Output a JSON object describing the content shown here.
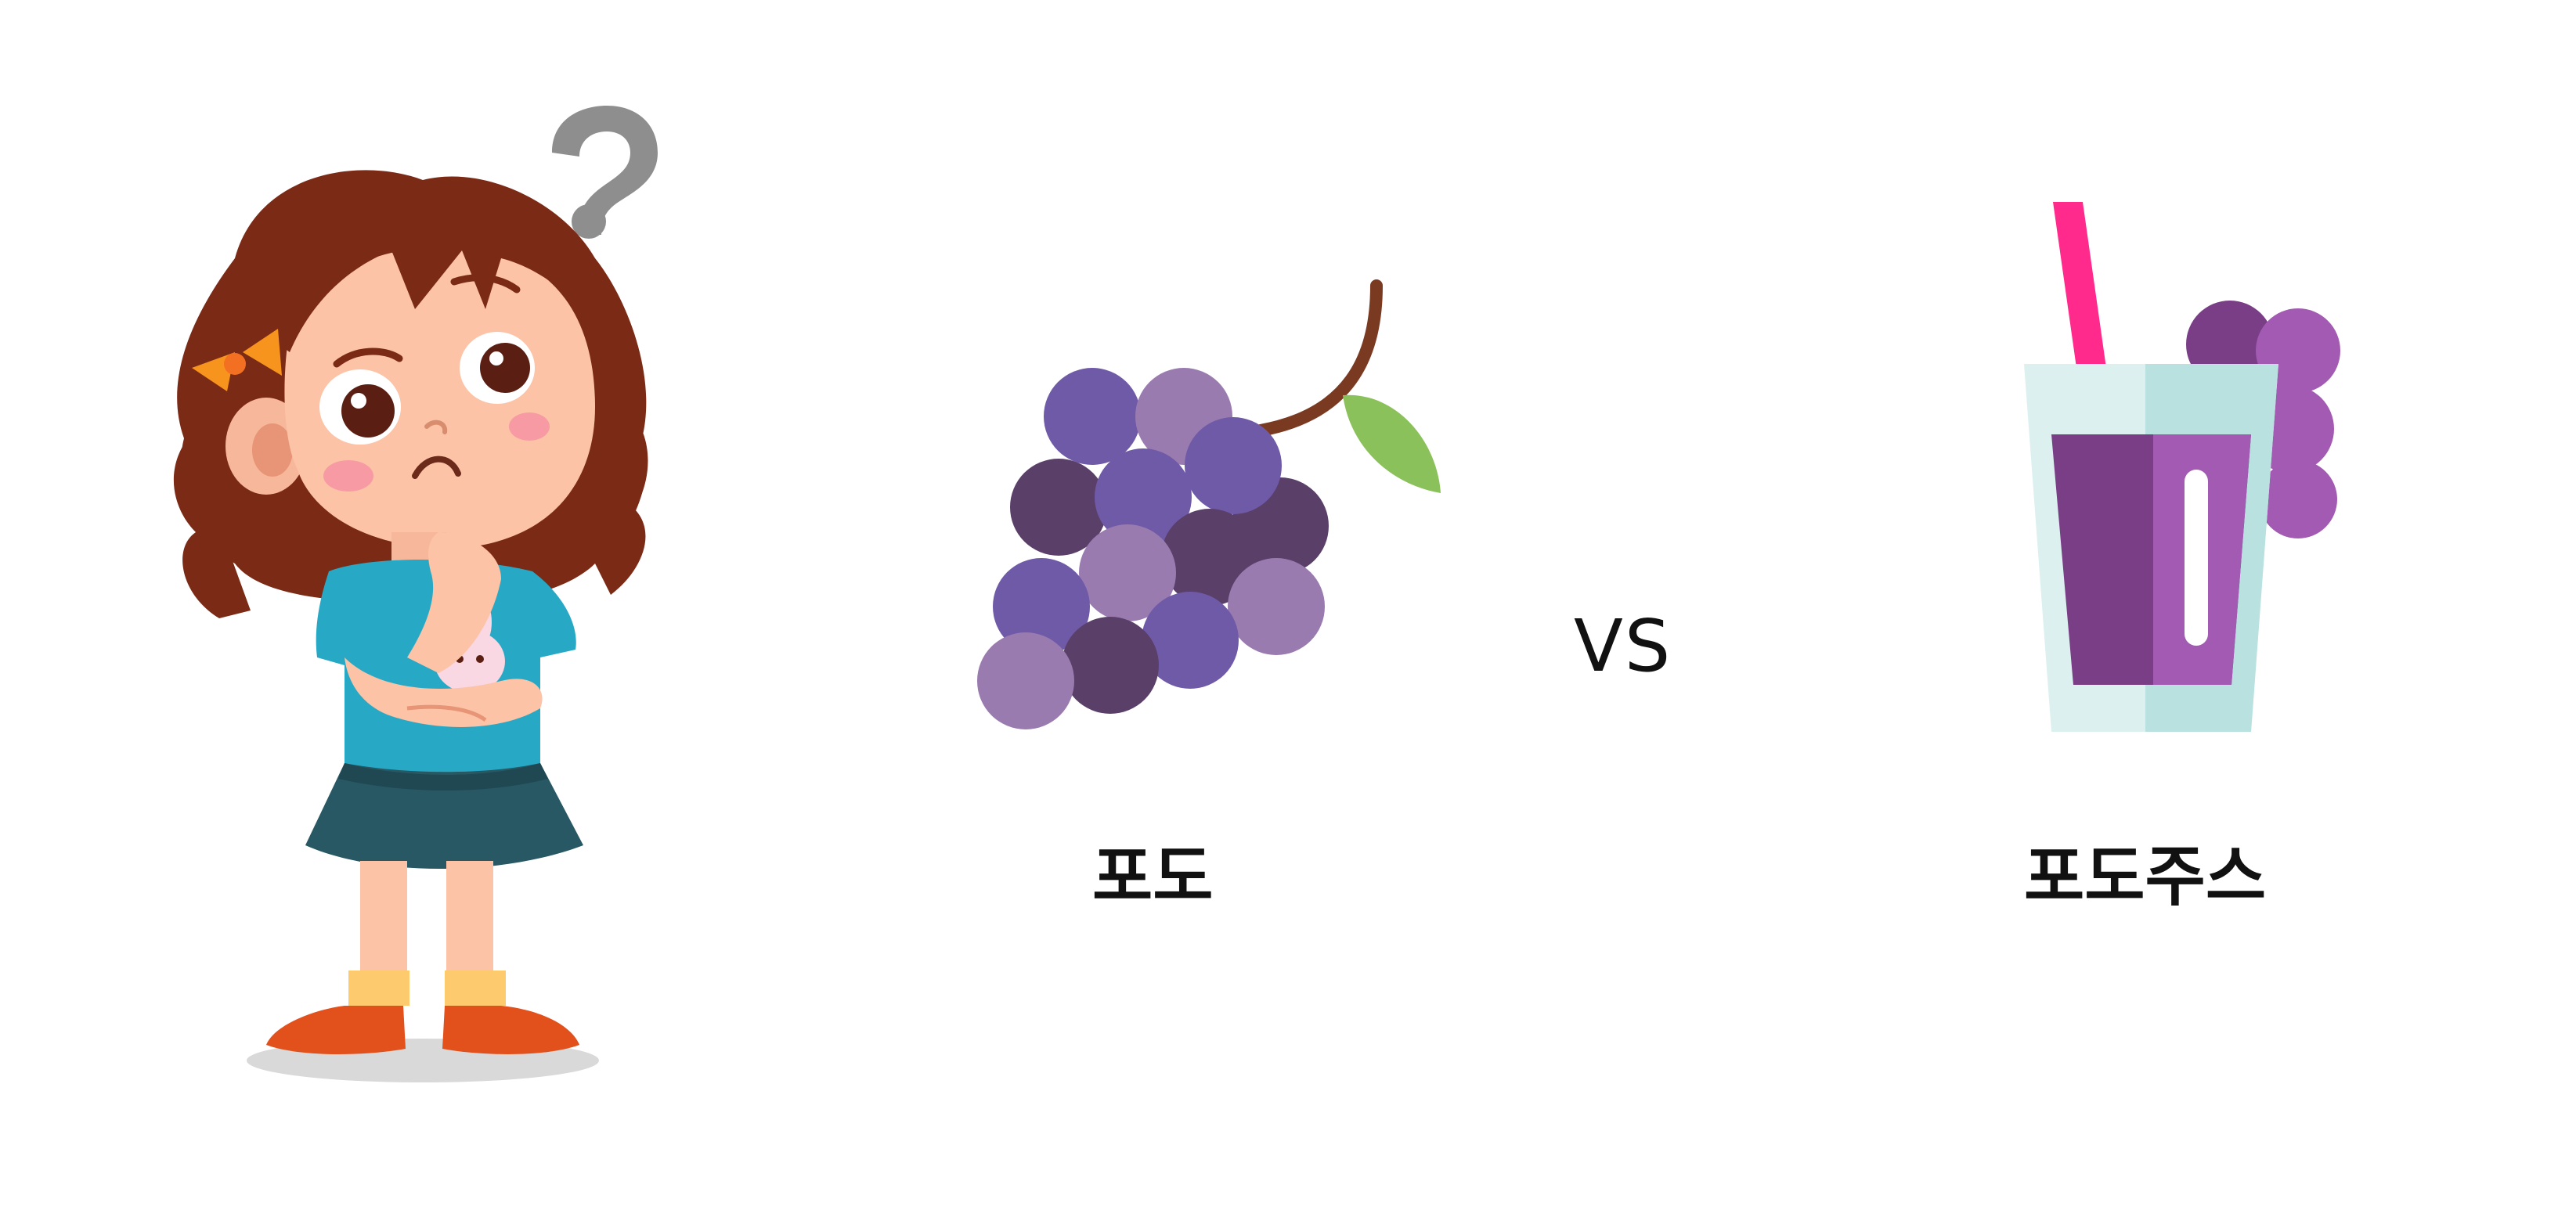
{
  "comparison": {
    "left_item": {
      "label": "포도",
      "icon": "grape-bunch-icon"
    },
    "separator": "VS",
    "right_item": {
      "label": "포도주스",
      "icon": "grape-juice-glass-icon"
    }
  },
  "figure": {
    "icon": "thinking-girl-illustration",
    "thought_symbol": "?"
  },
  "colors": {
    "grape_purple": "#6f5aa8",
    "grape_light": "#9a7bb0",
    "grape_dark": "#5a3f69",
    "juice_purple": "#7a3e86",
    "juice_light": "#a35ab3",
    "straw_pink": "#ff2a8c",
    "leaf_green": "#8bc15a",
    "stem_brown": "#7a3a22"
  }
}
